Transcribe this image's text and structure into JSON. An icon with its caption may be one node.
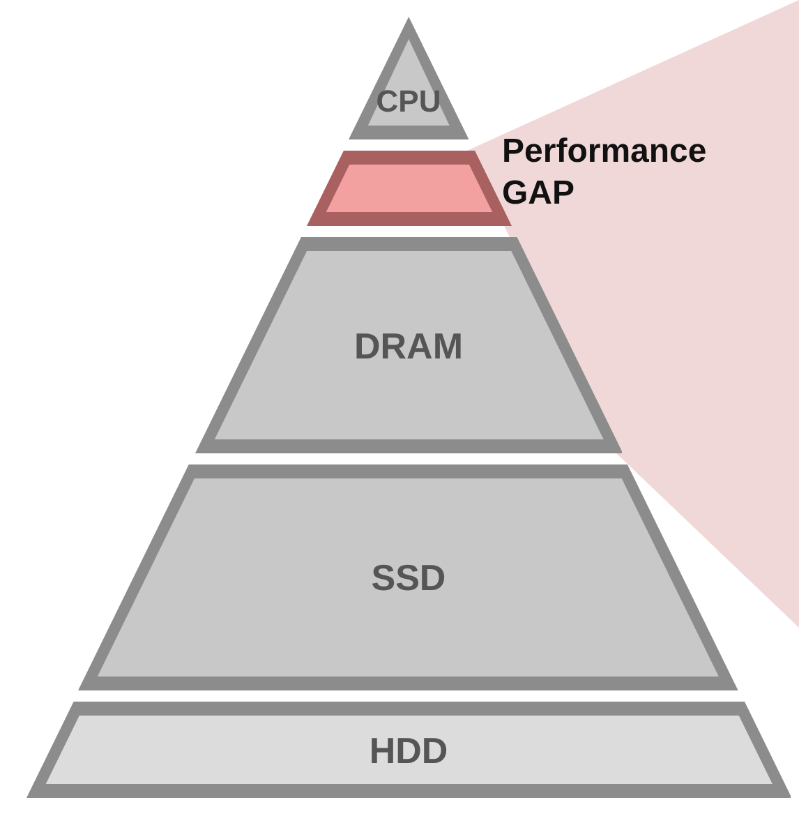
{
  "diagram": {
    "nodes": [
      {
        "text": [
          "CPU"
        ]
      },
      {
        "text": [],
        "shape": "band",
        "beside": [
          "Performance GAP"
        ]
      },
      {
        "text": [
          "DRAM"
        ]
      },
      {
        "text": [
          "SSD"
        ]
      },
      {
        "text": [
          "HDD"
        ]
      }
    ]
  }
}
